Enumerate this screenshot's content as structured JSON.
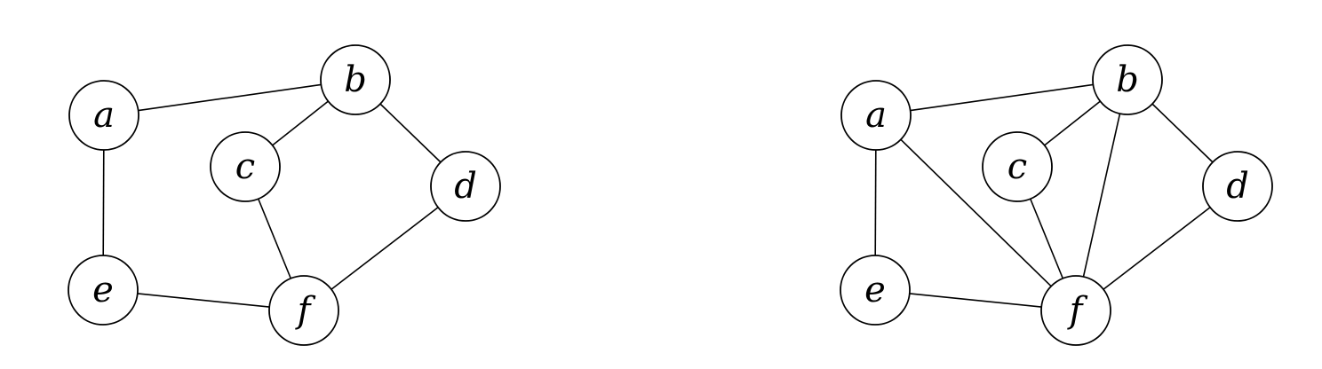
{
  "graphs": [
    {
      "nodes": [
        {
          "id": "a",
          "label": "a"
        },
        {
          "id": "b",
          "label": "b"
        },
        {
          "id": "c",
          "label": "c"
        },
        {
          "id": "d",
          "label": "d"
        },
        {
          "id": "e",
          "label": "e"
        },
        {
          "id": "f",
          "label": "f"
        }
      ],
      "edges": [
        [
          "a",
          "b"
        ],
        [
          "a",
          "e"
        ],
        [
          "b",
          "c"
        ],
        [
          "b",
          "d"
        ],
        [
          "c",
          "f"
        ],
        [
          "d",
          "f"
        ],
        [
          "e",
          "f"
        ]
      ]
    },
    {
      "nodes": [
        {
          "id": "a",
          "label": "a"
        },
        {
          "id": "b",
          "label": "b"
        },
        {
          "id": "c",
          "label": "c"
        },
        {
          "id": "d",
          "label": "d"
        },
        {
          "id": "e",
          "label": "e"
        },
        {
          "id": "f",
          "label": "f"
        }
      ],
      "edges": [
        [
          "a",
          "b"
        ],
        [
          "a",
          "e"
        ],
        [
          "a",
          "f"
        ],
        [
          "b",
          "c"
        ],
        [
          "b",
          "d"
        ],
        [
          "b",
          "f"
        ],
        [
          "c",
          "f"
        ],
        [
          "d",
          "f"
        ],
        [
          "e",
          "f"
        ]
      ]
    }
  ]
}
